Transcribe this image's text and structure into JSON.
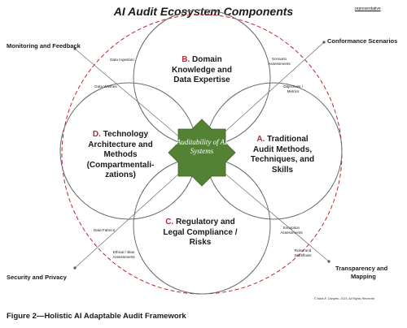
{
  "title": "AI Audit Ecosystem Components",
  "tag": "representative",
  "domains": {
    "b": {
      "letter": "B.",
      "text": "Domain Knowledge and Data Expertise"
    },
    "a": {
      "letter": "A.",
      "text": "Traditional Audit Methods, Techniques, and Skills"
    },
    "c": {
      "letter": "C.",
      "text": "Regulatory and Legal Compliance / Risks"
    },
    "d": {
      "letter": "D.",
      "text": "Technology Architecture and Methods (Compartmentali-zations)"
    }
  },
  "center": "Auditability of AI Systems",
  "corners": {
    "top_left": "Monitoring and Feedback",
    "top_right": "Conformance Scenarios",
    "bottom_left": "Security and Privacy",
    "bottom_right_line1": "Transparency and",
    "bottom_right_line2": "Mapping"
  },
  "spoke_labels": {
    "data_ingestion": "Data Ingestion",
    "data_washes": "Data Washes",
    "scenario_assessments": "Scenario Assessments",
    "objectives_metrics": "Objectives / Metrics",
    "data_fabrics": "Data Fabrics",
    "ethical_bias": "Ethical / Bias Assessments",
    "exception_assessments": "Exception Assessments",
    "rules_workflows": "Rules and Workflows"
  },
  "copyright": "© Mark E. Danyeto, 2023, All Rights Reserved",
  "caption": "Figure 2—Holistic AI Adaptable Audit Framework",
  "colors": {
    "circle_stroke": "#6b6b6b",
    "dashed_outer": "#c0262d",
    "star_fill": "#548235",
    "accent_letter": "#c0262d"
  }
}
